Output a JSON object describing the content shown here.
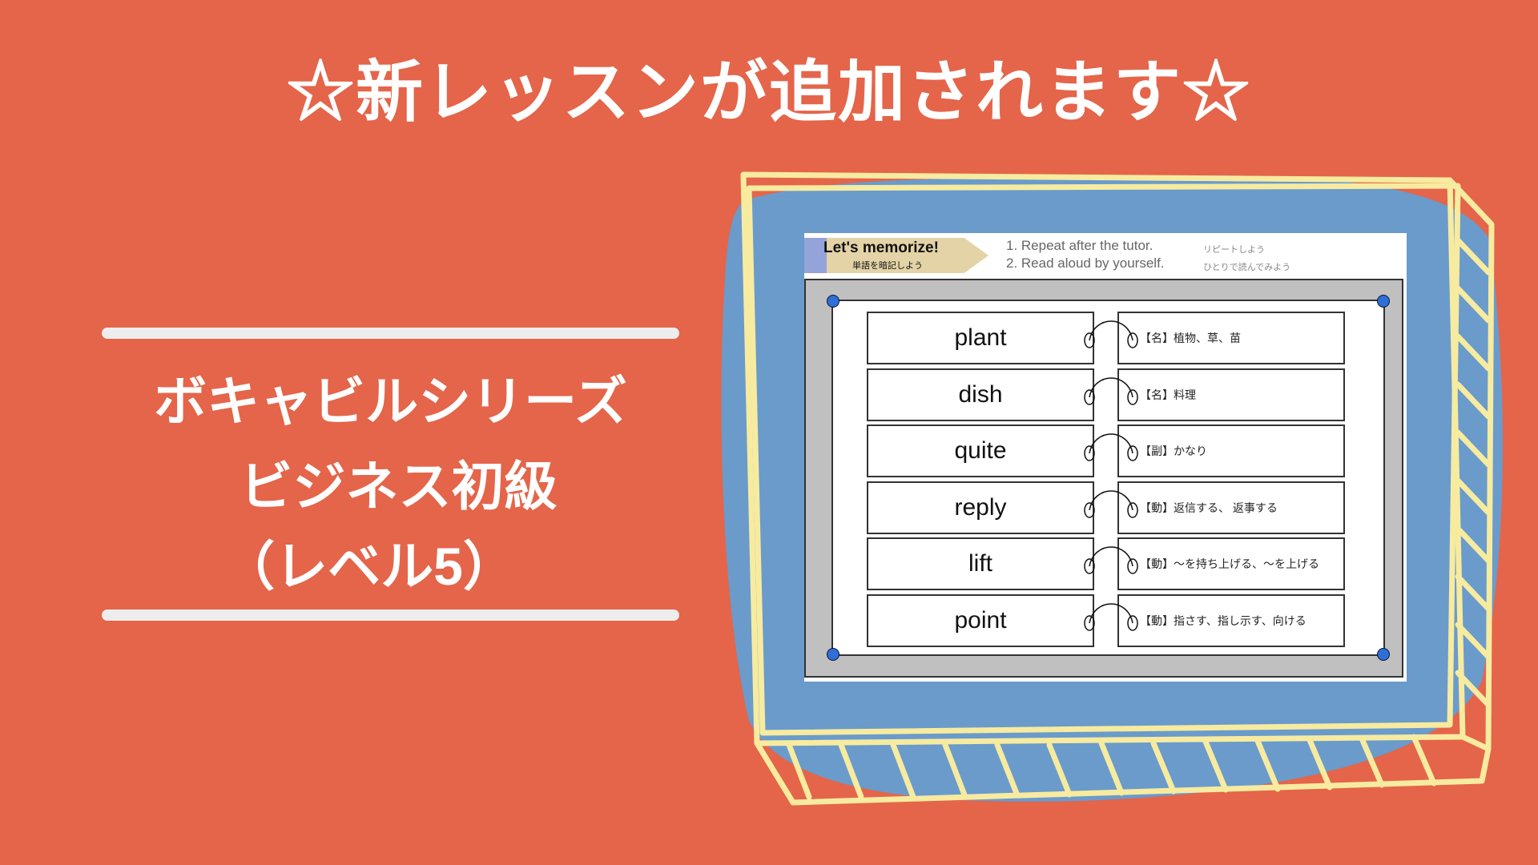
{
  "title": "☆新レッスンが追加されます☆",
  "series": {
    "line1": "ボキャビルシリーズ",
    "line2": "ビジネス初級",
    "line3": "（レベル5）"
  },
  "slide": {
    "tag_main": "Let's memorize!",
    "tag_sub": "単語を暗記しよう",
    "instructions": [
      {
        "en": "1. Repeat after the tutor.",
        "jp": "リピートしよう"
      },
      {
        "en": "2. Read aloud by yourself.",
        "jp": "ひとりで読んでみよう"
      }
    ],
    "cards": [
      {
        "word": "plant",
        "definition": "【名】植物、草、苗"
      },
      {
        "word": "dish",
        "definition": "【名】料理"
      },
      {
        "word": "quite",
        "definition": "【副】かなり"
      },
      {
        "word": "reply",
        "definition": "【動】返信する、 返事する"
      },
      {
        "word": "lift",
        "definition": "【動】～を持ち上げる、～を上げる"
      },
      {
        "word": "point",
        "definition": "【動】指さす、指し示す、向ける"
      }
    ]
  },
  "colors": {
    "background": "#E4654A",
    "blob": "#6A9BCB",
    "frame": "#F7EBA0",
    "pin": "#2D6FD6"
  }
}
